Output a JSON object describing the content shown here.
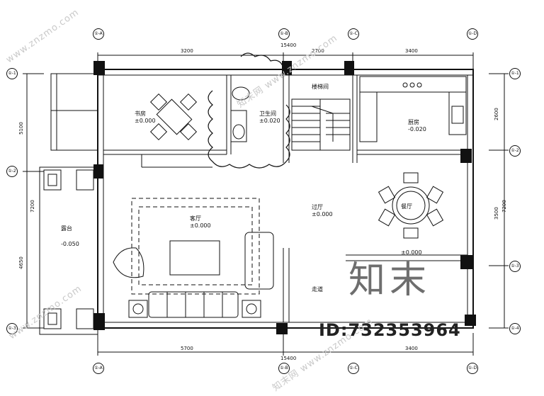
{
  "rooms": {
    "study": {
      "name": "书房",
      "level": "±0.000"
    },
    "toilet": {
      "name": "卫生间",
      "level": "±0.020"
    },
    "stair": {
      "name": "楼梯间"
    },
    "kitchen": {
      "name": "厨房",
      "level": "-0.020"
    },
    "living": {
      "name": "客厅",
      "level": "±0.000"
    },
    "dining": {
      "name": "餐厅",
      "level": "±0.000"
    },
    "hall": {
      "name": "过厅",
      "level": "±0.000"
    },
    "corridor": {
      "name": "走道"
    },
    "terrace": {
      "name": "露台",
      "level": "-0.050"
    }
  },
  "dimensions": {
    "top": [
      "3200",
      "15400",
      "2700",
      "3400"
    ],
    "bottom": [
      "5700",
      "15400",
      "3400"
    ],
    "left": [
      "5100",
      "4650",
      "7200"
    ],
    "right": [
      "2600",
      "3500",
      "7200"
    ]
  },
  "axis_marks": {
    "top": [
      "①-A",
      "①-B",
      "①-C",
      "①-D"
    ],
    "bottom": [
      "①-A",
      "①-B",
      "①-C",
      "①-D"
    ],
    "left": [
      "①-1",
      "①-2",
      "①-3"
    ],
    "right": [
      "①-1",
      "①-2",
      "①-3",
      "①-4"
    ]
  },
  "watermarks": [
    "www.znzmo.com",
    "知末网 www.znzmo.com",
    "www.znzmo.com",
    "知末网 www.znzmo.com"
  ],
  "logo": "知末",
  "id_text": "ID:732353964"
}
